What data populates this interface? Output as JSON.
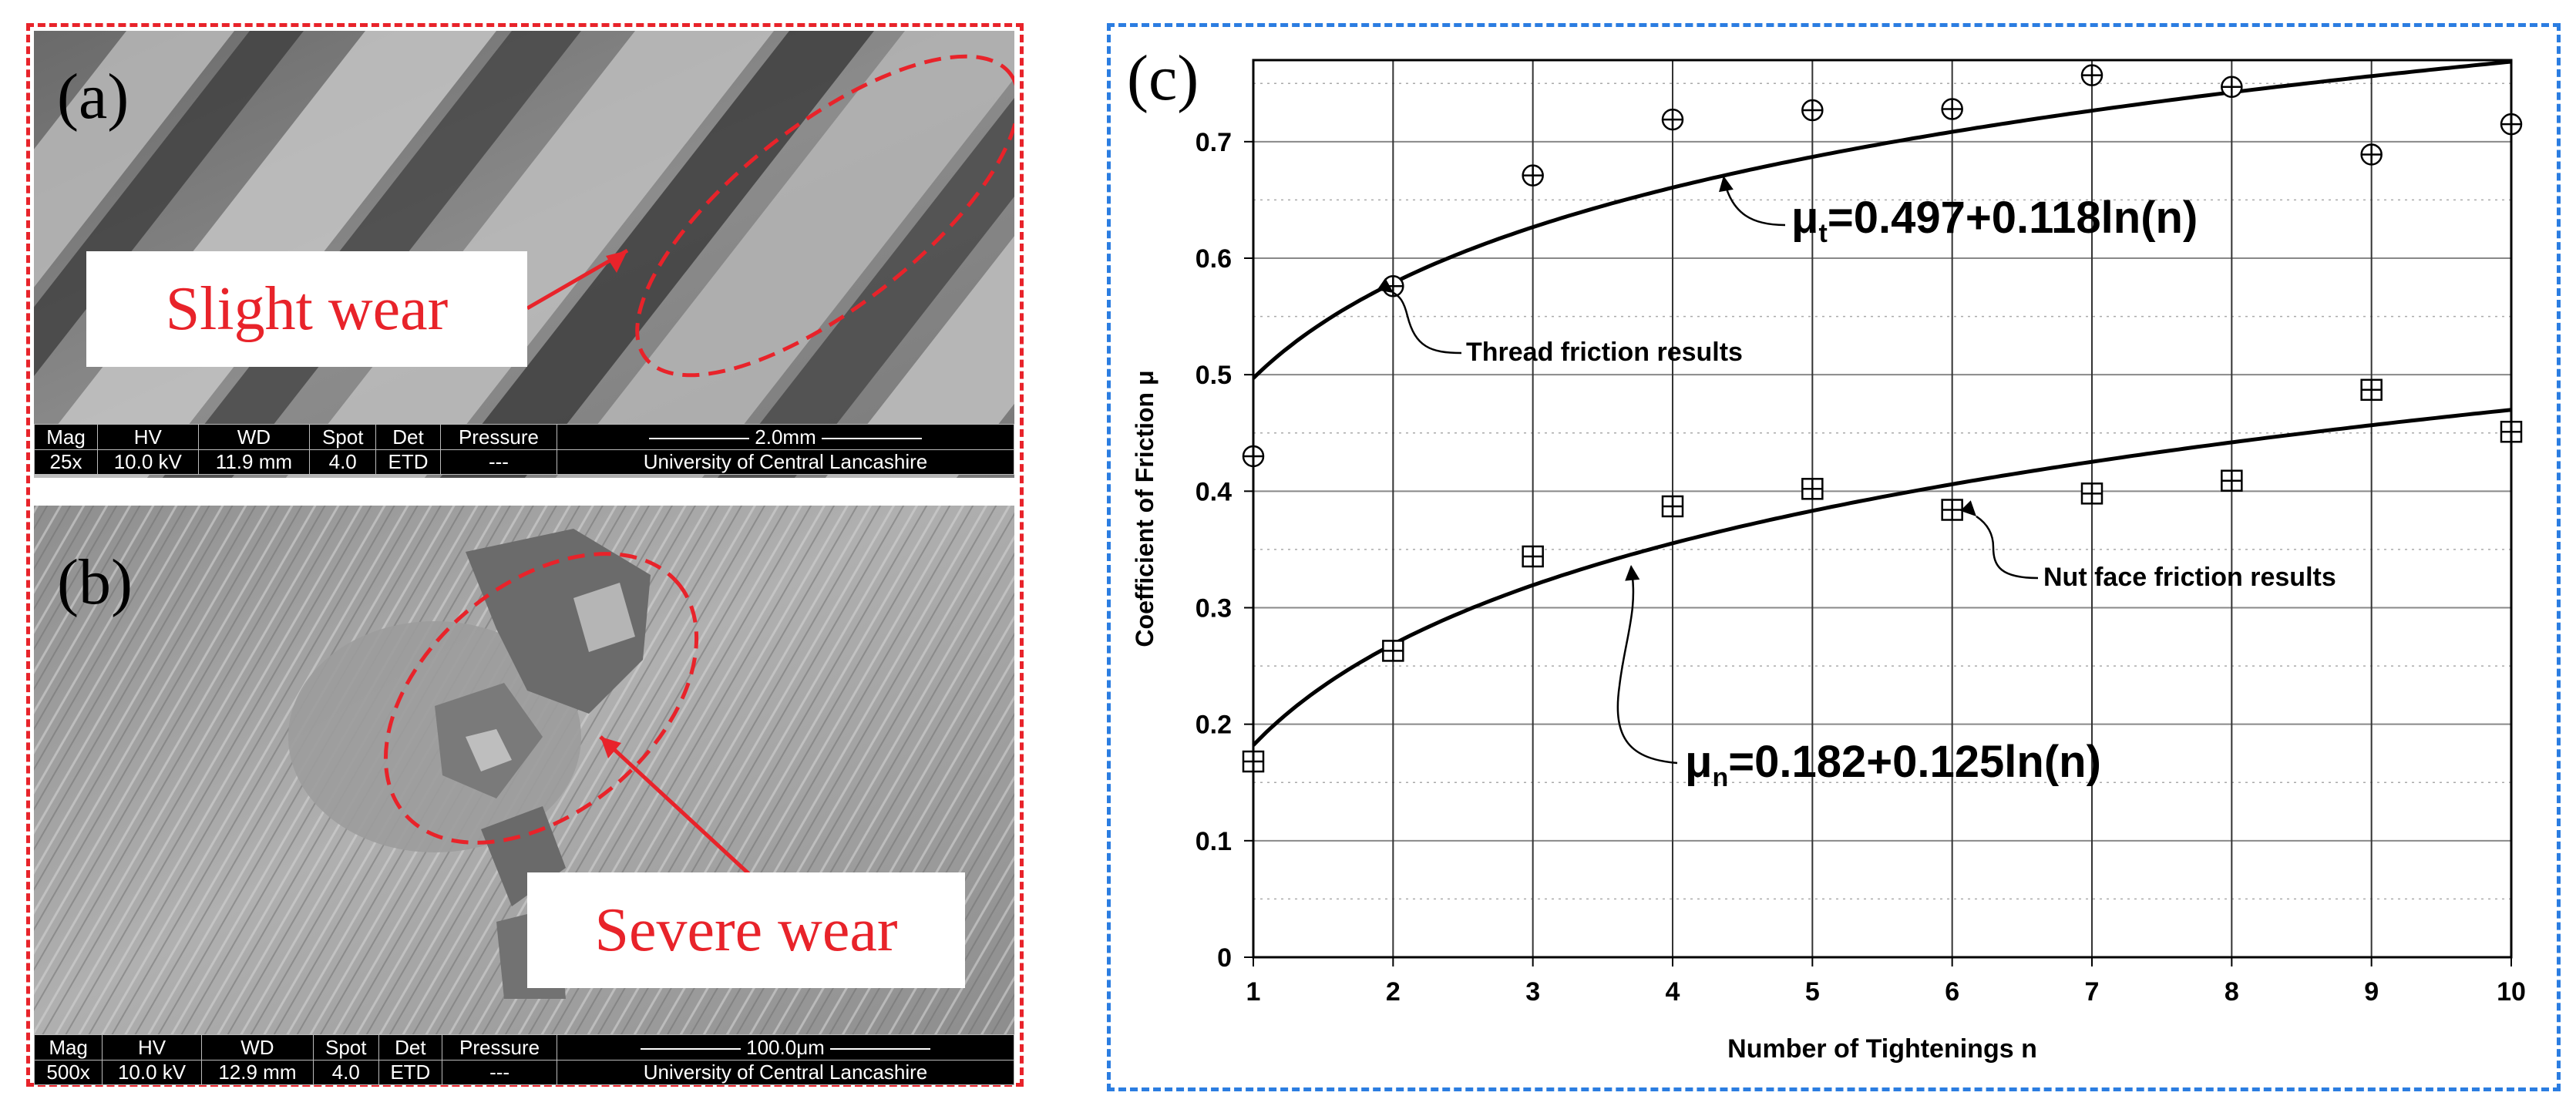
{
  "panels": {
    "a": {
      "letter": "(a)",
      "wear_label": "Slight wear",
      "info": {
        "headers": [
          "Mag",
          "HV",
          "WD",
          "Spot",
          "Det",
          "Pressure"
        ],
        "values": [
          "25x",
          "10.0 kV",
          "11.9 mm",
          "4.0",
          "ETD",
          "---"
        ],
        "scale": "2.0mm",
        "institution": "University of Central Lancashire"
      }
    },
    "b": {
      "letter": "(b)",
      "wear_label": "Severe wear",
      "info": {
        "headers": [
          "Mag",
          "HV",
          "WD",
          "Spot",
          "Det",
          "Pressure"
        ],
        "values": [
          "500x",
          "10.0 kV",
          "12.9 mm",
          "4.0",
          "ETD",
          "---"
        ],
        "scale": "100.0μm",
        "institution": "University of Central Lancashire"
      }
    },
    "c": {
      "letter": "(c)"
    }
  },
  "colors": {
    "left_frame": "#e8232a",
    "right_frame": "#2b7de1",
    "annotation": "#e8232a"
  },
  "chart_data": {
    "type": "scatter",
    "xlabel": "Number of Tightenings n",
    "ylabel": "Coefficient of Friction μ",
    "xlim": [
      1,
      10
    ],
    "ylim": [
      0,
      0.77
    ],
    "xticks": [
      1,
      2,
      3,
      4,
      5,
      6,
      7,
      8,
      9,
      10
    ],
    "yticks": [
      0,
      0.1,
      0.2,
      0.3,
      0.4,
      0.5,
      0.6,
      0.7
    ],
    "ytick_labels": [
      "0",
      "0.1",
      "0.2",
      "0.3",
      "0.4",
      "0.5",
      "0.6",
      "0.7"
    ],
    "grid": true,
    "series": [
      {
        "name": "Thread friction results",
        "marker": "circle-plus",
        "x": [
          1,
          2,
          3,
          4,
          5,
          6,
          7,
          8,
          9,
          10
        ],
        "y": [
          0.43,
          0.576,
          0.671,
          0.719,
          0.727,
          0.728,
          0.757,
          0.747,
          0.689,
          0.715
        ],
        "fit": {
          "a": 0.497,
          "b": 0.118,
          "label_main": "μ",
          "label_sub": "t",
          "label_rest": "=0.497+0.118ln(n)"
        }
      },
      {
        "name": "Nut face friction results",
        "marker": "square-plus",
        "x": [
          1,
          2,
          3,
          4,
          5,
          6,
          7,
          8,
          9,
          10
        ],
        "y": [
          0.168,
          0.263,
          0.344,
          0.387,
          0.402,
          0.384,
          0.398,
          0.409,
          0.487,
          0.451
        ],
        "fit": {
          "a": 0.182,
          "b": 0.125,
          "label_main": "μ",
          "label_sub": "n",
          "label_rest": "=0.182+0.125ln(n)"
        }
      }
    ]
  }
}
